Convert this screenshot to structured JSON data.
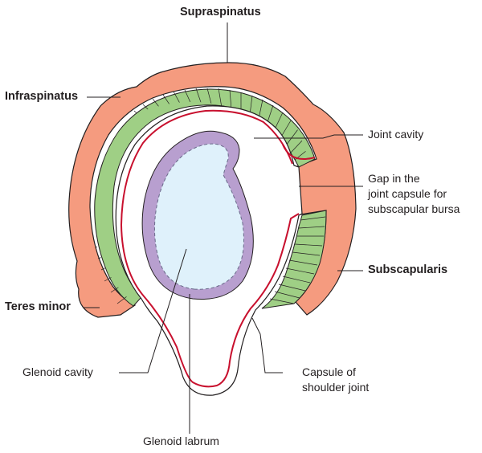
{
  "title": "",
  "colors": {
    "muscle_fill": "#f59b7f",
    "muscle_stroke": "#231f20",
    "tendon_fill": "#9fcf85",
    "capsule_line": "#c8102e",
    "labrum_fill": "#b89fcf",
    "cavity_fill": "#dff1fb",
    "leader_line": "#231f20"
  },
  "labels": {
    "supraspinatus": "Supraspinatus",
    "infraspinatus": "Infraspinatus",
    "teres_minor": "Teres minor",
    "subscapularis": "Subscapularis",
    "joint_cavity": "Joint cavity",
    "gap_lines": [
      "Gap in the",
      "joint capsule for",
      "subscapular bursa"
    ],
    "glenoid_cavity": "Glenoid cavity",
    "capsule_lines": [
      "Capsule of",
      "shoulder joint"
    ],
    "glenoid_labrum": "Glenoid labrum"
  }
}
